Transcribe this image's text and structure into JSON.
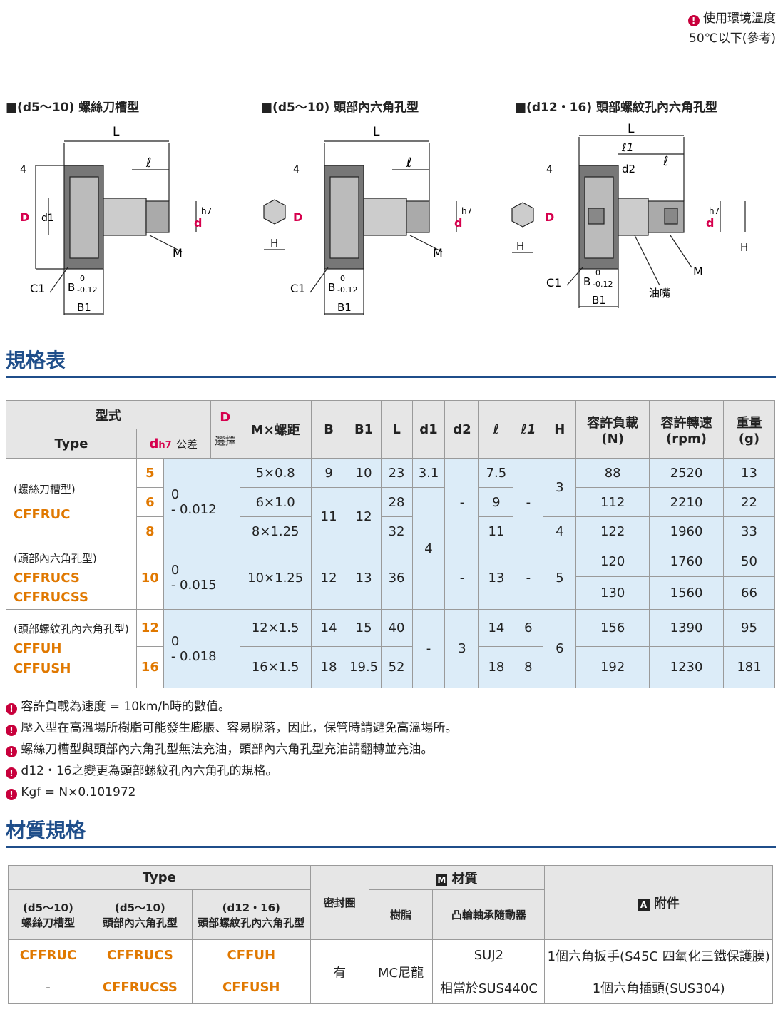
{
  "env": {
    "label": "使用環境溫度",
    "value": "50℃以下(參考)"
  },
  "diagrams": [
    {
      "title": "■(d5～10) 螺絲刀槽型"
    },
    {
      "title": "■(d5～10) 頭部內六角孔型"
    },
    {
      "title": "■(d12・16) 頭部螺紋孔內六角孔型"
    }
  ],
  "dim_labels": {
    "L": "L",
    "l": "ℓ",
    "l1": "ℓ1",
    "d2": "d2",
    "four": "4",
    "D": "D",
    "d1": "d1",
    "d": "d",
    "h7": "h7",
    "M": "M",
    "C1": "C1",
    "B": "B",
    "tol": "0",
    "tol2": "-0.12",
    "B1": "B1",
    "H": "H",
    "oil": "油嘴"
  },
  "sections": {
    "spec": "規格表",
    "material": "材質規格"
  },
  "spec": {
    "headers": {
      "form": "型式",
      "type": "Type",
      "d": "d",
      "h7": "h7",
      "tol": "公差",
      "D": "D",
      "select": "選擇",
      "M": "M×螺距",
      "B": "B",
      "B1": "B1",
      "L": "L",
      "d1": "d1",
      "d2": "d2",
      "l": "ℓ",
      "l1": "ℓ1",
      "H": "H",
      "load": "容許負載",
      "load_u": "(N)",
      "speed": "容許轉速",
      "speed_u": "(rpm)",
      "weight": "重量",
      "weight_u": "(g)"
    },
    "groups": [
      {
        "sub": "(螺絲刀槽型)",
        "names": [
          "CFFRUC"
        ]
      },
      {
        "sub": "(頭部內六角孔型)",
        "names": [
          "CFFRUCS",
          "CFFRUCSS"
        ]
      },
      {
        "sub": "(頭部螺紋孔內六角孔型)",
        "names": [
          "CFFUH",
          "CFFUSH"
        ]
      }
    ],
    "d_vals": [
      "5",
      "6",
      "8",
      "10",
      "12",
      "16"
    ],
    "tols": [
      [
        "0",
        "- 0.012"
      ],
      [
        "0",
        "- 0.015"
      ],
      [
        "0",
        "- 0.018"
      ]
    ],
    "M": [
      "5×0.8",
      "6×1.0",
      "8×1.25",
      "10×1.25",
      "12×1.5",
      "16×1.5"
    ],
    "B": [
      "9",
      "11",
      "12",
      "14",
      "18"
    ],
    "B1": [
      "10",
      "12",
      "13",
      "15",
      "19.5"
    ],
    "L": [
      "23",
      "28",
      "32",
      "36",
      "40",
      "52"
    ],
    "d1": [
      "3.1",
      "4"
    ],
    "d2": [
      "-",
      "-",
      "3"
    ],
    "l": [
      "7.5",
      "9",
      "11",
      "13",
      "14",
      "18"
    ],
    "l1": [
      "-",
      "-",
      "6",
      "8"
    ],
    "H": [
      "3",
      "4",
      "5",
      "6"
    ],
    "load": [
      "88",
      "112",
      "122",
      "120",
      "130",
      "156",
      "192"
    ],
    "speed": [
      "2520",
      "2210",
      "1960",
      "1760",
      "1560",
      "1390",
      "1230"
    ],
    "weight": [
      "13",
      "22",
      "33",
      "50",
      "66",
      "95",
      "181"
    ],
    "dash": "-"
  },
  "notes": [
    "容許負載為速度 = 10km/h時的數值。",
    "壓入型在高溫場所樹脂可能發生膨脹、容易脫落，因此，保管時請避免高溫場所。",
    "螺絲刀槽型與頭部內六角孔型無法充油，頭部內六角孔型充油請翻轉並充油。",
    "d12・16之變更為頭部螺紋孔內六角孔的規格。",
    "Kgf = N×0.101972"
  ],
  "material": {
    "type": "Type",
    "cols": [
      [
        "(d5～10)",
        "螺絲刀槽型"
      ],
      [
        "(d5～10)",
        "頭部內六角孔型"
      ],
      [
        "(d12・16)",
        "頭部螺紋孔內六角孔型"
      ]
    ],
    "seal": "密封圈",
    "mat_icon": "M",
    "mat": "材質",
    "resin": "樹脂",
    "bearing": "凸輪軸承隨動器",
    "acc_icon": "A",
    "acc": "附件",
    "r1": [
      "CFFRUC",
      "CFFRUCS",
      "CFFUH"
    ],
    "r2": [
      "-",
      "CFFRUCSS",
      "CFFUSH"
    ],
    "seal_v": "有",
    "resin_v": "MC尼龍",
    "bear": [
      "SUJ2",
      "相當於SUS440C"
    ],
    "accv": [
      "1個六角扳手(S45C 四氧化三鐵保護膜)",
      "1個六角插頭(SUS304)"
    ]
  }
}
